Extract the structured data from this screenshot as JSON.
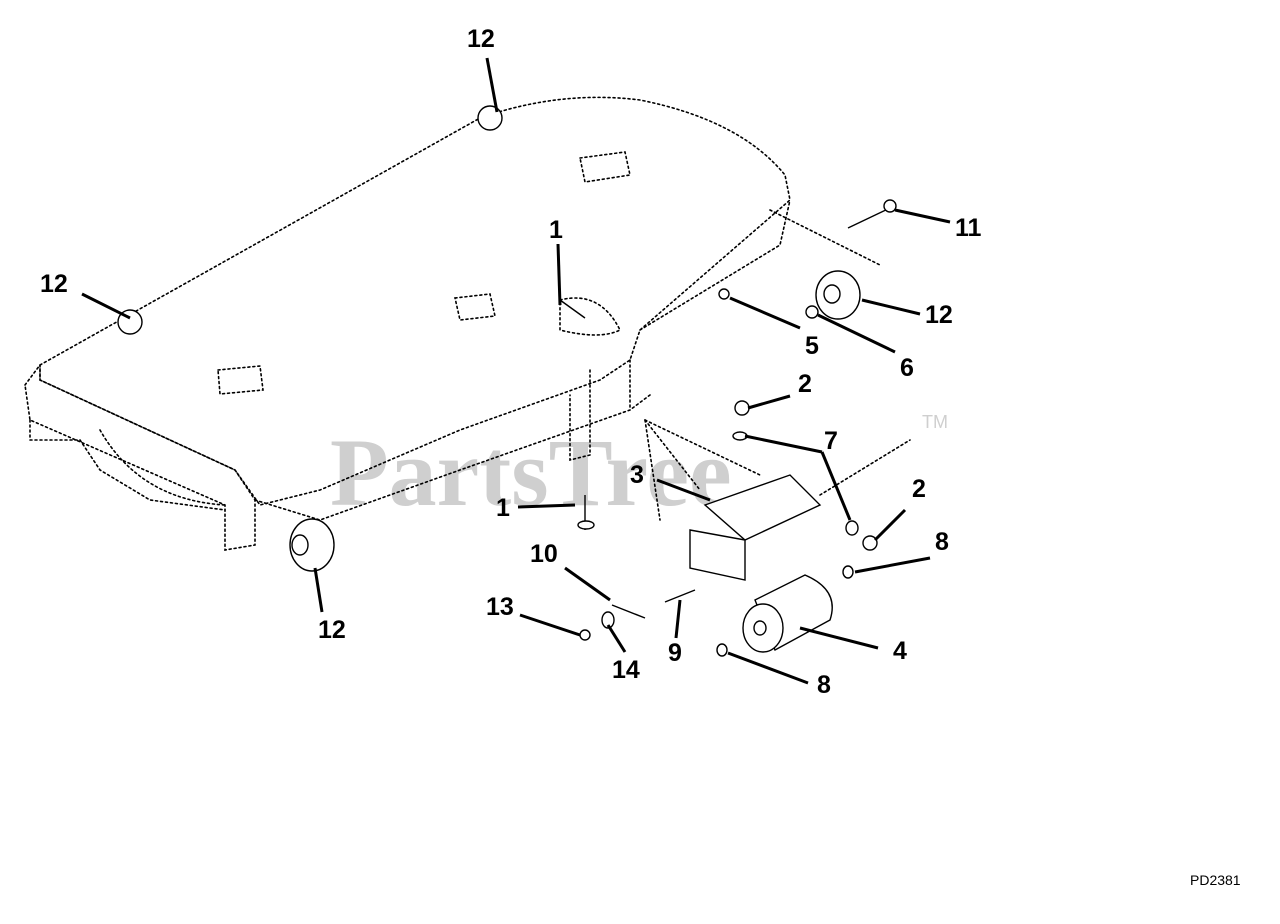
{
  "watermark": {
    "text": "PartsTree",
    "trademark": "TM"
  },
  "diagram_code": "PD2381",
  "callouts": {
    "c1_top": "1",
    "c1_bottom": "1",
    "c2_top": "2",
    "c2_right": "2",
    "c3": "3",
    "c4": "4",
    "c5": "5",
    "c6": "6",
    "c7": "7",
    "c8_upper": "8",
    "c8_lower": "8",
    "c9": "9",
    "c10": "10",
    "c11": "11",
    "c12_top": "12",
    "c12_left": "12",
    "c12_right": "12",
    "c12_bottom": "12",
    "c13": "13",
    "c14": "14"
  }
}
